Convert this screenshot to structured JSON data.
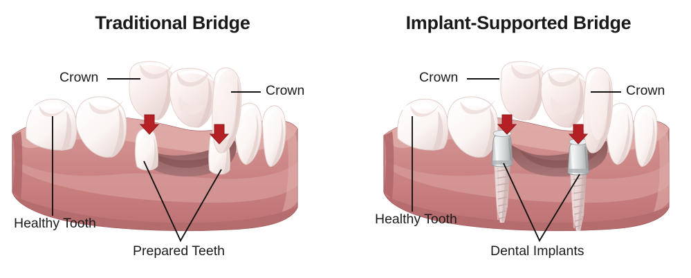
{
  "figure": {
    "title_left": "Traditional Bridge",
    "title_right": "Implant-Supported Bridge",
    "background_color": "#ffffff",
    "text_color": "#1a1a1a"
  },
  "panels": [
    {
      "id": "traditional",
      "title": "Traditional Bridge",
      "labels": {
        "crown_left": "Crown",
        "crown_right": "Crown",
        "healthy_tooth": "Healthy Tooth",
        "bottom": "Prepared Teeth"
      },
      "abutment_type": "prepared-tooth-stump",
      "abutment_count": 2
    },
    {
      "id": "implant",
      "title": "Implant-Supported Bridge",
      "labels": {
        "crown_left": "Crown",
        "crown_right": "Crown",
        "healthy_tooth": "Healthy Tooth",
        "bottom": "Dental Implants"
      },
      "abutment_type": "titanium-implant-screw",
      "abutment_count": 2
    }
  ],
  "colors": {
    "gum_base": "#c9807f",
    "gum_mid": "#d49695",
    "gum_light": "#dba6a4",
    "gum_shadow": "#b56c6d",
    "gum_edge": "#a85f61",
    "socket_dark": "#9c6a6a",
    "socket_deep": "#8d5a5c",
    "tooth_white": "#ffffff",
    "tooth_shade": "#f2e6e4",
    "tooth_shade_deep": "#e4d2cf",
    "crown_porcelain": "#f8eeec",
    "crown_porcelain_shade": "#ecdcd9",
    "implant_metal": "#cfcfcf",
    "implant_metal_light": "#eceff0",
    "implant_metal_dark": "#9fa3a4",
    "implant_screw": "#e9dcda",
    "implant_screw_shade": "#cbb4b2",
    "arrow_red": "#b52025",
    "arrow_red_dark": "#8e161b",
    "leader_line": "#111111"
  },
  "arrows": {
    "count_per_panel": 2,
    "direction": "down",
    "color": "#b52025"
  },
  "bridge": {
    "units": 3,
    "unit_names": [
      "crown-molar",
      "pontic-molar",
      "crown-premolar"
    ]
  }
}
